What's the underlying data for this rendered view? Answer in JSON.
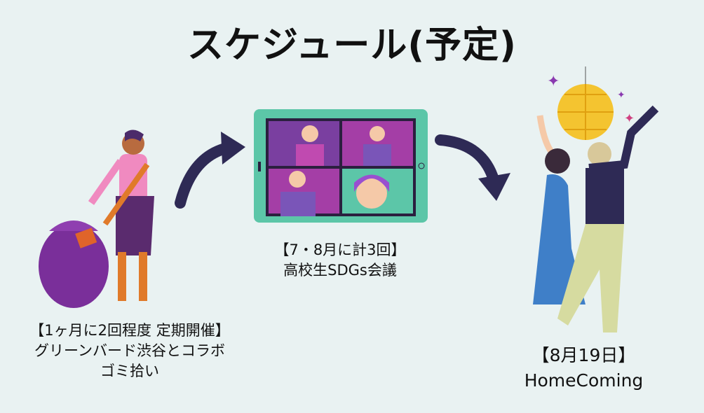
{
  "title": "スケジュール(予定)",
  "steps": [
    {
      "lines": [
        "【1ヶ月に2回程度 定期開催】",
        "グリーンバード渋谷とコラボ",
        "ゴミ拾い"
      ]
    },
    {
      "lines": [
        "【7・8月に計3回】",
        "高校生SDGs会議"
      ]
    },
    {
      "lines": [
        "【8月19日】",
        "HomeComing"
      ]
    }
  ],
  "colors": {
    "background": "#e9f2f2",
    "arrow": "#2e2a55",
    "tablet": "#5cc6a8",
    "purple": "#7a3fa0",
    "magenta": "#a43ea6"
  }
}
